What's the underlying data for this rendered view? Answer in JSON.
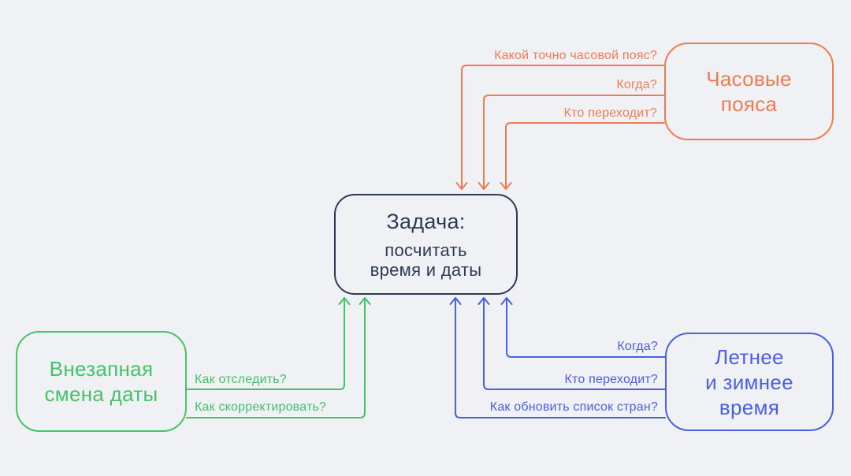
{
  "colors": {
    "background": "#F0F1F4",
    "navy": "#2D3A55",
    "orange": "#EF7B53",
    "green": "#44C268",
    "blue": "#4A5FE3"
  },
  "center_box": {
    "title": "Задача:",
    "subtitle_lines": [
      "посчитать",
      "время и даты"
    ]
  },
  "timezone_box": {
    "title_lines": [
      "Часовые",
      "пояса"
    ],
    "questions": [
      "Какой точно часовой пояс?",
      "Когда?",
      "Кто переходит?"
    ]
  },
  "date_change_box": {
    "title_lines": [
      "Внезапная",
      "смена даты"
    ],
    "questions": [
      "Как отследить?",
      "Как скорректировать?"
    ]
  },
  "dst_box": {
    "title_lines": [
      "Летнее",
      "и зимнее",
      "время"
    ],
    "questions": [
      "Когда?",
      "Кто переходит?",
      "Как обновить список стран?"
    ]
  }
}
